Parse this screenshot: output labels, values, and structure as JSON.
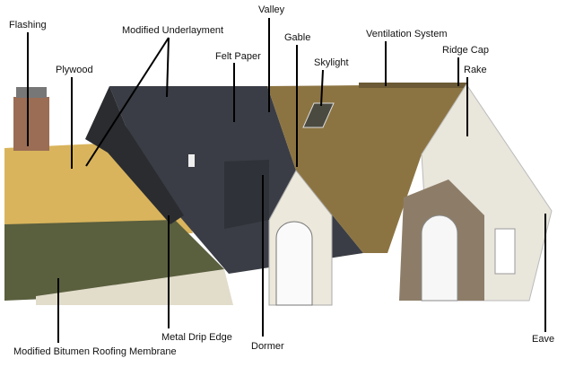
{
  "title": "Roof anatomy diagram",
  "labels": {
    "flashing": "Flashing",
    "modified_underlayment": "Modified Underlayment",
    "valley": "Valley",
    "gable": "Gable",
    "ventilation_system": "Ventilation System",
    "ridge_cap": "Ridge Cap",
    "plywood": "Plywood",
    "felt_paper": "Felt Paper",
    "skylight": "Skylight",
    "rake": "Rake",
    "metal_drip_edge": "Metal Drip Edge",
    "dormer": "Dormer",
    "modified_bitumen": "Modified Bitumen Roofing Membrane",
    "eave": "Eave"
  },
  "colors": {
    "plywood": "#d9b45c",
    "membrane": "#5a5f3e",
    "underlayment": "#3a3d45",
    "shingle": "#8c7442",
    "siding": "#e9e6dc",
    "stone": "#8d7d68"
  }
}
